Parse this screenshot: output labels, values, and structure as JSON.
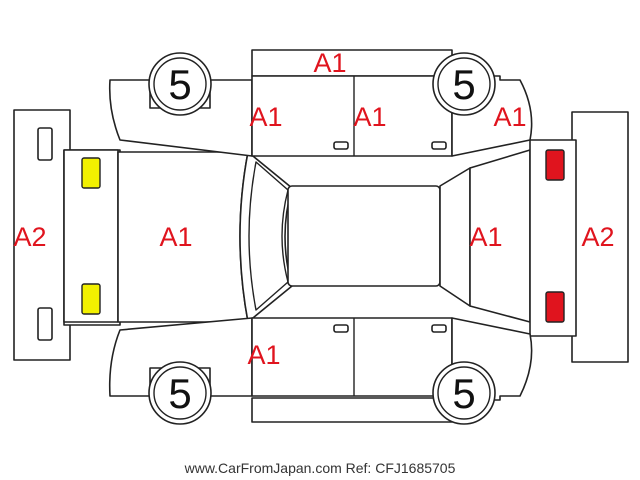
{
  "colors": {
    "damage_code": "#e0141e",
    "lamp_yellow": "#f2f000",
    "lamp_red": "#e0141e"
  },
  "wheel_grades": {
    "front_left": "5",
    "rear_left": "5",
    "front_right": "5",
    "rear_right": "5"
  },
  "damage_codes": {
    "roof_panel_edge": "A1",
    "left_front_door": "A1",
    "left_rear_door": "A1",
    "left_quarter_panel": "A1",
    "hood": "A1",
    "tailgate": "A1",
    "right_front_door": "A1",
    "front_bumper": "A2",
    "rear_bumper": "A2"
  },
  "lamps": {
    "front": "yellow",
    "rear": "red"
  },
  "footer": {
    "source": "www.CarFromJapan.com Ref: CFJ1685705"
  }
}
